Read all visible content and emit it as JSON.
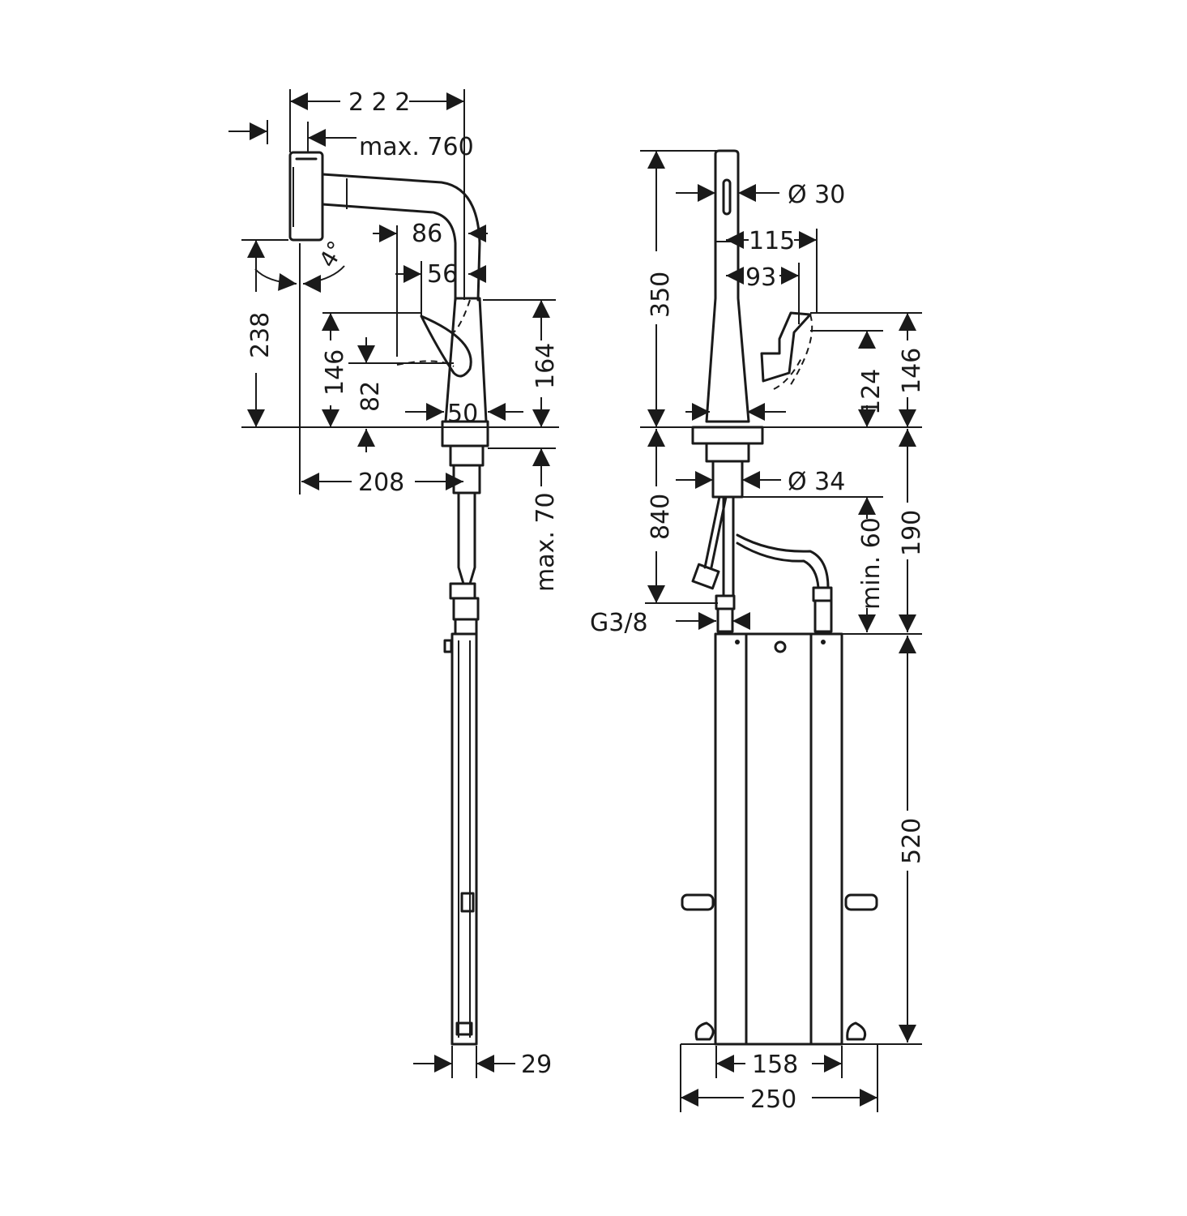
{
  "side_view": {
    "dim_total_width": "2 2 2",
    "dim_pull_out": "max. 760",
    "dim_86": "86",
    "dim_56": "56",
    "dim_angle": "4°",
    "dim_238": "238",
    "dim_146": "146",
    "dim_82": "82",
    "dim_164": "164",
    "dim_50": "50",
    "dim_208": "208",
    "dim_max70": "max. 70",
    "dim_29": "29"
  },
  "front_view": {
    "dim_d30": "Ø 30",
    "dim_115": "115",
    "dim_93": "93",
    "dim_350": "350",
    "dim_124": "124",
    "dim_146": "146",
    "dim_d34": "Ø 34",
    "dim_840": "840",
    "dim_min60": "min. 60",
    "dim_190": "190",
    "dim_g38": "G3/8",
    "dim_520": "520",
    "dim_158": "158",
    "dim_250": "250"
  }
}
